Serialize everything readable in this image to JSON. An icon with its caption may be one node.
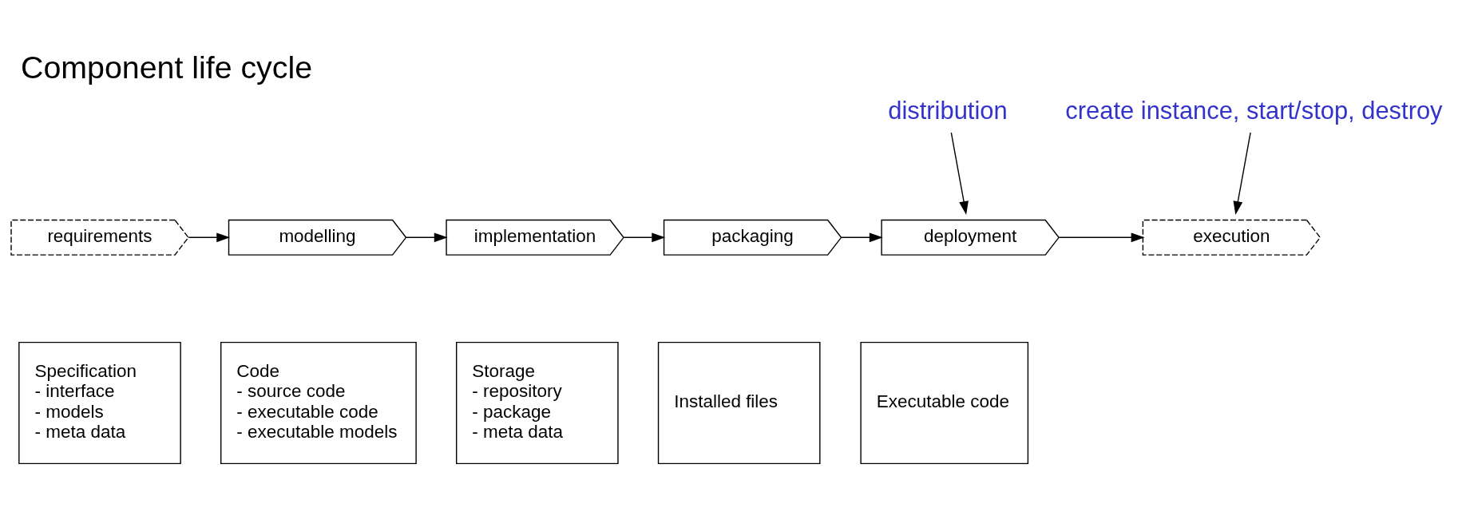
{
  "diagram": {
    "title": "Component life cycle",
    "nodes": [
      {
        "text": [
          "requirements"
        ]
      },
      {
        "text": [
          "modelling"
        ]
      },
      {
        "text": [
          "implementation"
        ]
      },
      {
        "text": [
          "packaging"
        ]
      },
      {
        "text": [
          "deployment"
        ]
      },
      {
        "text": [
          "execution"
        ]
      },
      {
        "text": [
          "distribution"
        ]
      },
      {
        "text": [
          "create instance, start/stop, destroy"
        ]
      },
      {
        "text": [
          "Specification",
          "- interface",
          "- models",
          "- meta data"
        ]
      },
      {
        "text": [
          "Code",
          "- source code",
          "- executable code",
          "- executable models"
        ]
      },
      {
        "text": [
          "Storage",
          "- repository",
          "- package",
          "- meta data"
        ]
      },
      {
        "text": [
          "Installed files"
        ]
      },
      {
        "text": [
          "Executable code"
        ]
      }
    ],
    "edges": [
      {
        "from": 0,
        "to": 1,
        "arrow": "to"
      },
      {
        "from": 1,
        "to": 2,
        "arrow": "to"
      },
      {
        "from": 2,
        "to": 3,
        "arrow": "to"
      },
      {
        "from": 3,
        "to": 4,
        "arrow": "to"
      },
      {
        "from": 4,
        "to": 5,
        "arrow": "to"
      },
      {
        "from": 6,
        "to": 4,
        "arrow": "to"
      },
      {
        "from": 7,
        "to": 5,
        "arrow": "to"
      }
    ]
  }
}
